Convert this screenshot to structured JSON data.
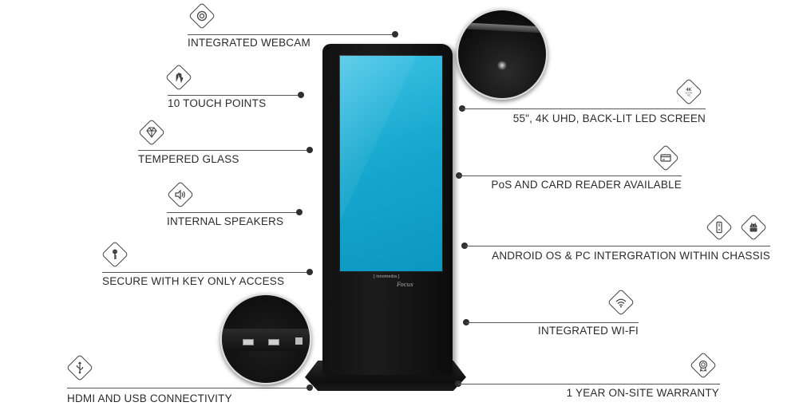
{
  "features_left": [
    {
      "id": "webcam",
      "label": "INTEGRATED WEBCAM",
      "icon": "webcam-icon"
    },
    {
      "id": "touch",
      "label": "10 TOUCH POINTS",
      "icon": "touch-hand-icon"
    },
    {
      "id": "glass",
      "label": "TEMPERED GLASS",
      "icon": "diamond-icon"
    },
    {
      "id": "speakers",
      "label": "INTERNAL SPEAKERS",
      "icon": "speaker-icon"
    },
    {
      "id": "key",
      "label": "SECURE WITH KEY ONLY ACCESS",
      "icon": "key-icon"
    },
    {
      "id": "usb",
      "label": "HDMI AND USB CONNECTIVITY",
      "icon": "usb-icon"
    }
  ],
  "features_right": [
    {
      "id": "screen",
      "label": "55\", 4K UHD, BACK-LIT LED SCREEN",
      "icon": "4k-ultra-hd-icon",
      "icon_text": [
        "4K",
        "ULTRA",
        "HD"
      ]
    },
    {
      "id": "pos",
      "label": "PoS AND CARD READER AVAILABLE",
      "icon": "card-reader-icon"
    },
    {
      "id": "os",
      "label": "ANDROID OS & PC INTERGRATION WITHIN CHASSIS",
      "icon": "android-pc-icon"
    },
    {
      "id": "wifi",
      "label": "INTEGRATED WI-FI",
      "icon": "wifi-icon"
    },
    {
      "id": "warranty",
      "label": "1 YEAR ON-SITE WARRANTY",
      "icon": "warranty-badge-icon"
    }
  ],
  "kiosk": {
    "brand": "[ innomedia ]",
    "model": "Focus"
  },
  "colors": {
    "screen": "#18a9cf",
    "body": "#111111",
    "text": "#2b2b2b",
    "line": "#555555"
  }
}
